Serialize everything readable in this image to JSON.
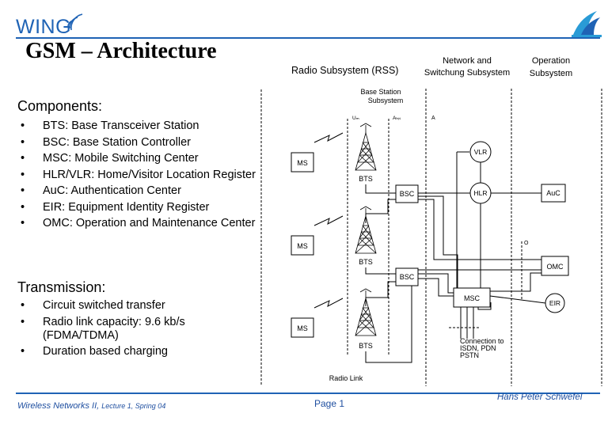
{
  "logo": {
    "word": "WING"
  },
  "title": "GSM – Architecture",
  "components": {
    "heading": "Components:",
    "items": [
      "BTS: Base Transceiver Station",
      "BSC: Base Station Controller",
      "MSC: Mobile Switching Center",
      "HLR/VLR: Home/Visitor Location Register",
      "AuC: Authentication Center",
      "EIR: Equipment Identity Register",
      "OMC: Operation and Maintenance Center"
    ]
  },
  "transmission": {
    "heading": "Transmission:",
    "items": [
      "Circuit switched transfer",
      "Radio link capacity: 9.6 kb/s (FDMA/TDMA)",
      "Duration based charging"
    ]
  },
  "diagram": {
    "headers": {
      "rss": "Radio Subsystem (RSS)",
      "nss_line1": "Network and",
      "nss_line2": "Switchung Subsystem",
      "oss_line1": "Operation",
      "oss_line2": "Subsystem",
      "bss_line1": "Base Station",
      "bss_line2": "Subsystem"
    },
    "interfaces": {
      "um": "Uₘ",
      "abis": "Aₕᵢₛ",
      "a": "A",
      "o": "O"
    },
    "ms_label": "MS",
    "bts_label": "BTS",
    "bsc_label": "BSC",
    "msc_label": "MSC",
    "vlr_label": "VLR",
    "hlr_label": "HLR",
    "auc_label": "AuC",
    "omc_label": "OMC",
    "eir_label": "EIR",
    "connection_line1": "Connection to",
    "connection_line2": "ISDN, PDN",
    "connection_line3": "PSTN",
    "radio_link": "Radio Link"
  },
  "footer": {
    "left_main": "Wireless Networks II, ",
    "left_small": "Lecture 1, Spring 04",
    "center": "Page 1",
    "right": "Hans Peter Schwefel"
  },
  "colors": {
    "accent": "#1f63b5"
  }
}
